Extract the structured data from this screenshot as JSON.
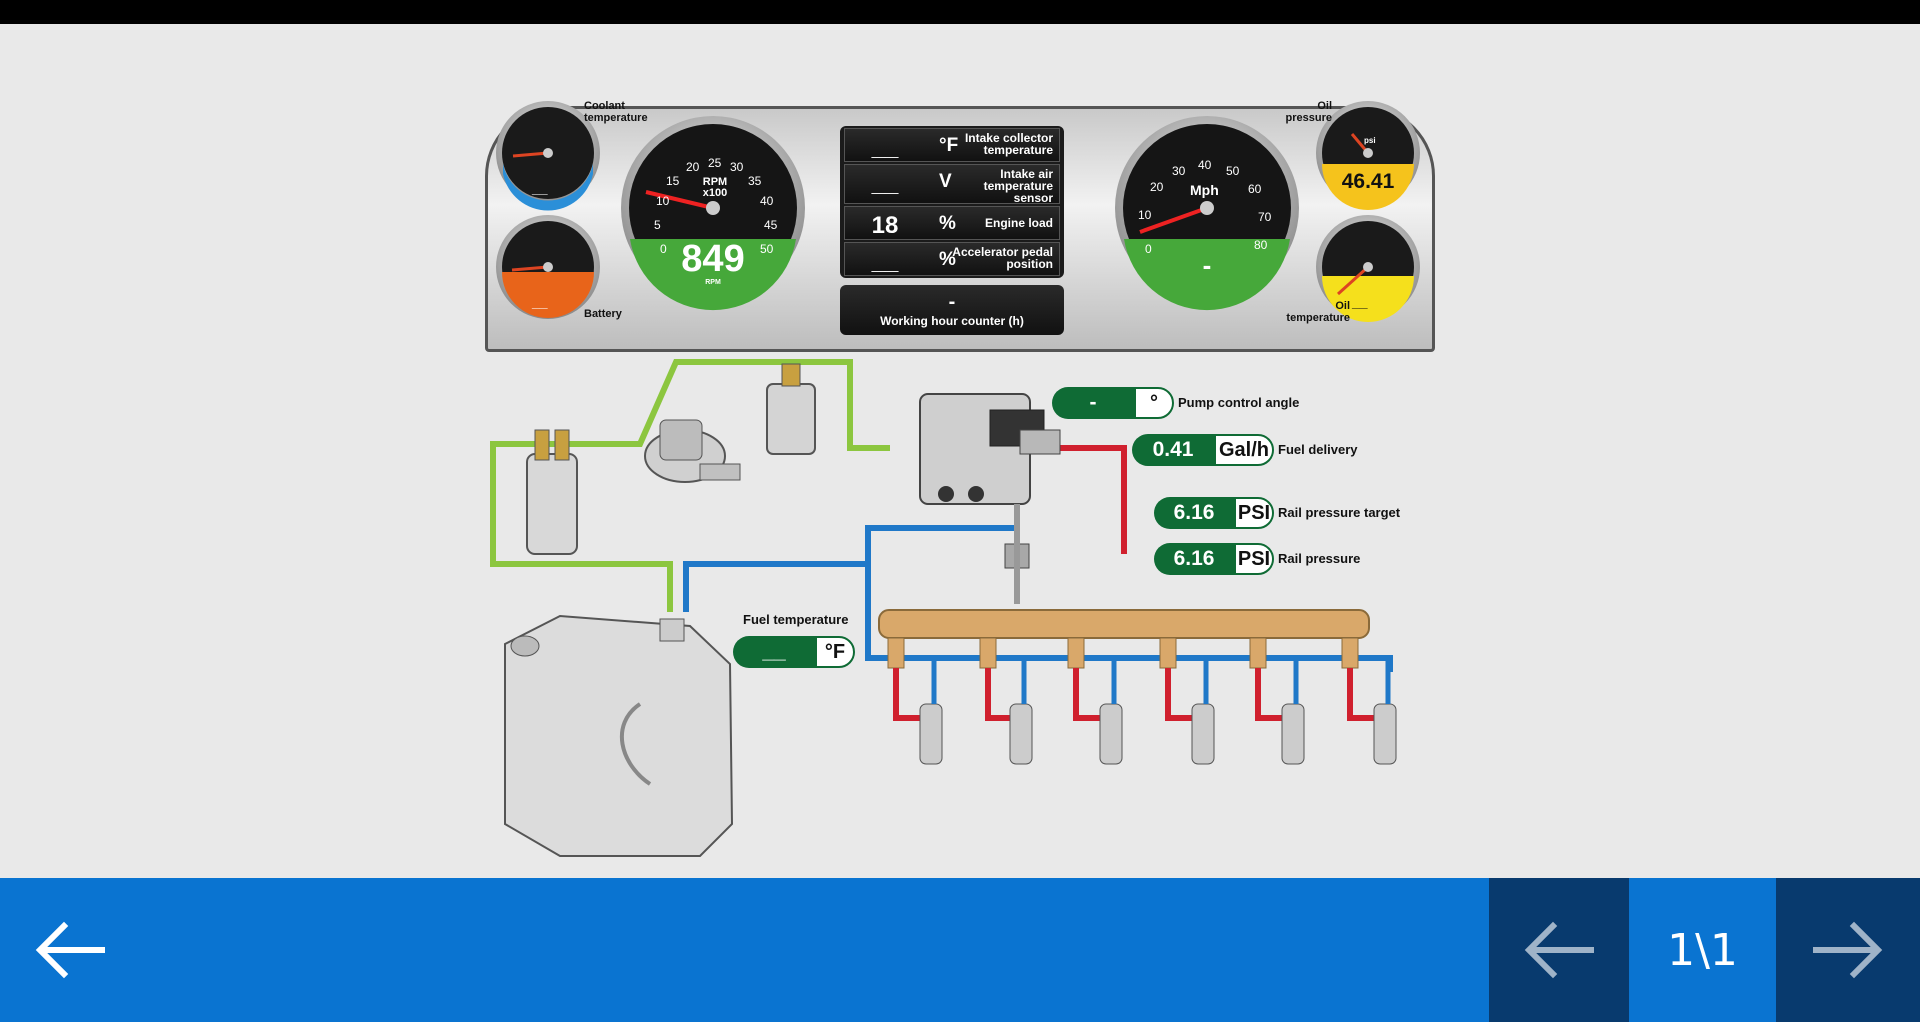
{
  "dashboard": {
    "coolant_label": "Coolant temperature",
    "battery_label": "Battery",
    "oil_pressure_label": "Oil pressure",
    "oil_temperature_label": "Oil temperature",
    "rpm_gauge_label": "RPM x100",
    "rpm_value": "849",
    "rpm_unit": "RPM",
    "speed_gauge_label": "Mph",
    "speed_value": "-",
    "oil_pressure_value": "46.41",
    "oil_pressure_unit": "psi",
    "coolant_value": "__",
    "battery_value": "__",
    "oil_temperature_value": "__",
    "rpm_ticks": [
      "0",
      "5",
      "10",
      "15",
      "20",
      "25",
      "30",
      "35",
      "40",
      "45",
      "50"
    ],
    "speed_ticks": [
      "0",
      "10",
      "20",
      "30",
      "40",
      "50",
      "60",
      "70",
      "80"
    ]
  },
  "panel": {
    "rows": [
      {
        "value": "__",
        "unit": "°F",
        "label": "Intake collector temperature"
      },
      {
        "value": "__",
        "unit": "V",
        "label": "Intake air temperature sensor"
      },
      {
        "value": "18",
        "unit": "%",
        "label": "Engine load"
      },
      {
        "value": "__",
        "unit": "%",
        "label": "Accelerator pedal position"
      }
    ],
    "counter_value": "-",
    "counter_label": "Working hour counter (h)"
  },
  "readouts": {
    "pump_angle": {
      "value": "-",
      "unit": "°",
      "label": "Pump control angle"
    },
    "fuel_delivery": {
      "value": "0.41",
      "unit": "Gal/h",
      "label": "Fuel delivery"
    },
    "rail_target": {
      "value": "6.16",
      "unit": "PSI",
      "label": "Rail pressure target"
    },
    "rail_pressure": {
      "value": "6.16",
      "unit": "PSI",
      "label": "Rail pressure"
    },
    "fuel_temp": {
      "value": "__",
      "unit": "°F",
      "label": "Fuel temperature"
    }
  },
  "nav": {
    "page_indicator": "1\\1"
  },
  "colors": {
    "accent_blue": "#0a74d1",
    "dark_blue": "#083a6e",
    "readout_green": "#0f6b35",
    "low_fuel_line": "#8cc63f",
    "return_line": "#1f78c8",
    "high_pressure_line": "#d0202e"
  }
}
